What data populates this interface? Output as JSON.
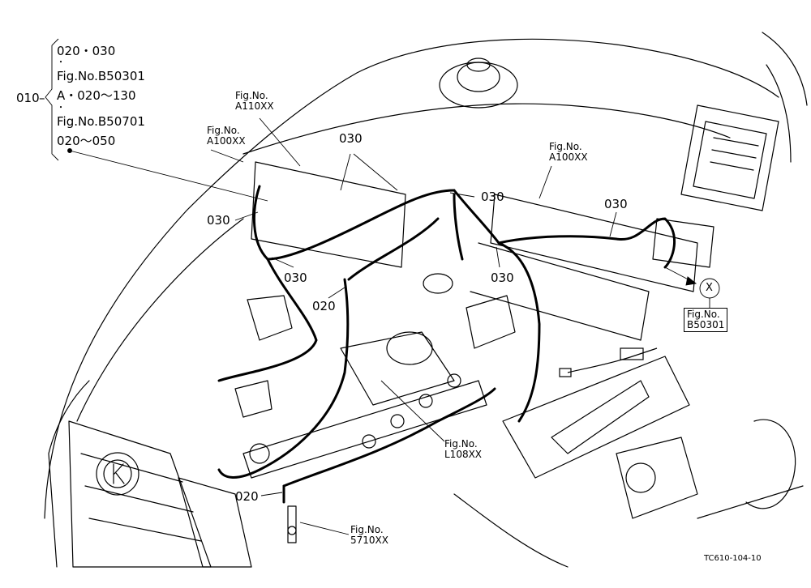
{
  "callouts": {
    "group_010": {
      "parent": "010",
      "lines": [
        "020・030",
        "・",
        "Fig.No.B50301",
        "A・020～130",
        "・",
        "Fig.No.B50701",
        "020～050"
      ],
      "separator_a": "–A·"
    },
    "part_020": "020",
    "part_030": "030",
    "fig_a110": {
      "line1": "Fig.No.",
      "line2": "A110XX"
    },
    "fig_a100_left": {
      "line1": "Fig.No.",
      "line2": "A100XX"
    },
    "fig_a100_right": {
      "line1": "Fig.No.",
      "line2": "A100XX"
    },
    "fig_b50301": {
      "line1": "Fig.No.",
      "line2": "B50301"
    },
    "fig_l108": {
      "line1": "Fig.No.",
      "line2": "L108XX"
    },
    "fig_5710": {
      "line1": "Fig.No.",
      "line2": "5710XX"
    },
    "x_marker": "X"
  },
  "drawing_code": "TC610-104-10",
  "colors": {
    "line": "#000000",
    "background": "#ffffff"
  }
}
